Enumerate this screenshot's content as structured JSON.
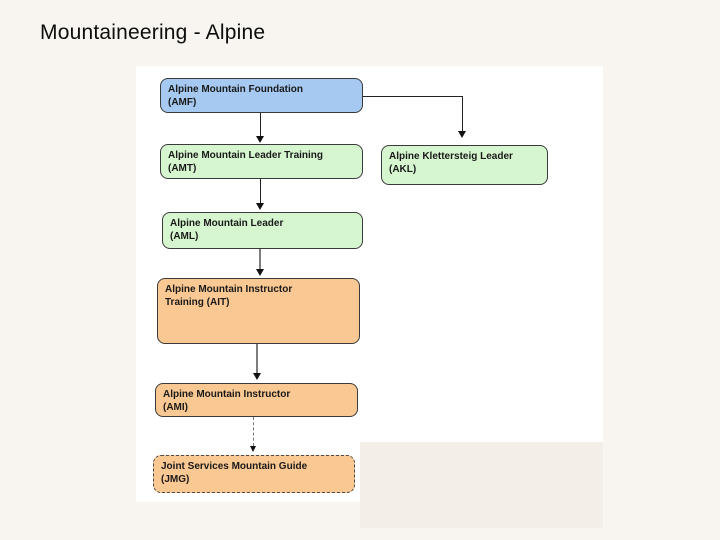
{
  "page": {
    "title": "Mountaineering - Alpine"
  },
  "diagram": {
    "nodes": [
      {
        "id": "AMF",
        "title": "Alpine Mountain Foundation",
        "subtitle": "(AMF)",
        "color": "#A5C9F0"
      },
      {
        "id": "AMT",
        "title": "Alpine Mountain Leader Training",
        "subtitle": "(AMT)",
        "color": "#D6F6D0"
      },
      {
        "id": "AKL",
        "title": "Alpine Klettersteig Leader",
        "subtitle": "(AKL)",
        "color": "#D6F6D0"
      },
      {
        "id": "AML",
        "title": "Alpine Mountain Leader",
        "subtitle": "(AML)",
        "color": "#D6F6D0"
      },
      {
        "id": "AIT",
        "title": "Alpine Mountain Instructor",
        "subtitle": "Training (AIT)",
        "color": "#FAC892"
      },
      {
        "id": "AMI",
        "title": "Alpine Mountain Instructor",
        "subtitle": "(AMI)",
        "color": "#FAC892"
      },
      {
        "id": "JMG",
        "title": "Joint Services Mountain Guide",
        "subtitle": "(JMG)",
        "color": "#FAC892",
        "border": "dashed"
      }
    ],
    "edges": [
      {
        "from": "AMF",
        "to": "AMT",
        "style": "solid-black"
      },
      {
        "from": "AMF",
        "to": "AKL",
        "style": "elbow-solid-black"
      },
      {
        "from": "AMT",
        "to": "AML",
        "style": "solid-black"
      },
      {
        "from": "AML",
        "to": "AIT",
        "style": "solid-gray"
      },
      {
        "from": "AIT",
        "to": "AMI",
        "style": "solid-gray"
      },
      {
        "from": "AMI",
        "to": "JMG",
        "style": "dashed-gray"
      }
    ],
    "palette": {
      "foundation_blue": "#A5C9F0",
      "leader_green": "#D6F6D0",
      "instructor_orange": "#FAC892",
      "page_background": "#F8F5F0",
      "panel_white": "#FFFFFF",
      "panel_cream": "#F3EFE8",
      "line_black": "#222222",
      "line_gray": "#7D7D7D"
    }
  }
}
